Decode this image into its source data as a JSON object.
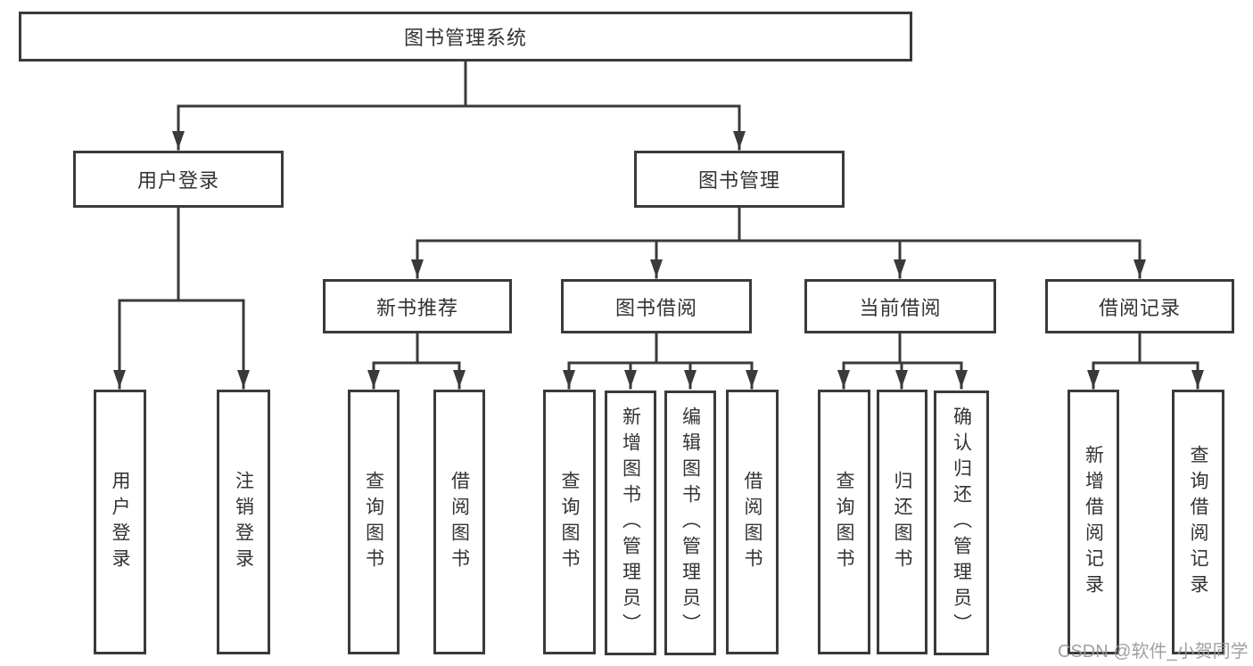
{
  "diagram": {
    "type": "tree",
    "root": {
      "label": "图书管理系统"
    },
    "branches": {
      "user_login": {
        "label": "用户登录",
        "children": [
          "用户登录",
          "注销登录"
        ]
      },
      "book_mgmt": {
        "label": "图书管理",
        "sections": {
          "new_book_rec": {
            "label": "新书推荐",
            "children": [
              "查询图书",
              "借阅图书"
            ]
          },
          "book_borrow": {
            "label": "图书借阅",
            "children": [
              "查询图书",
              "新增图书（管理员）",
              "编辑图书（管理员）",
              "借阅图书"
            ]
          },
          "current_borrow": {
            "label": "当前借阅",
            "children": [
              "查询图书",
              "归还图书",
              "确认归还（管理员）"
            ]
          },
          "borrow_records": {
            "label": "借阅记录",
            "children": [
              "新增借阅记录",
              "查询借阅记录"
            ]
          }
        }
      }
    },
    "colors": {
      "border": "#3a3a3a",
      "line": "#3a3a3a",
      "text": "#333333",
      "background": "#ffffff",
      "watermark": "#989898"
    }
  },
  "watermark": {
    "text": "CSDN @软件_小贺同学"
  }
}
